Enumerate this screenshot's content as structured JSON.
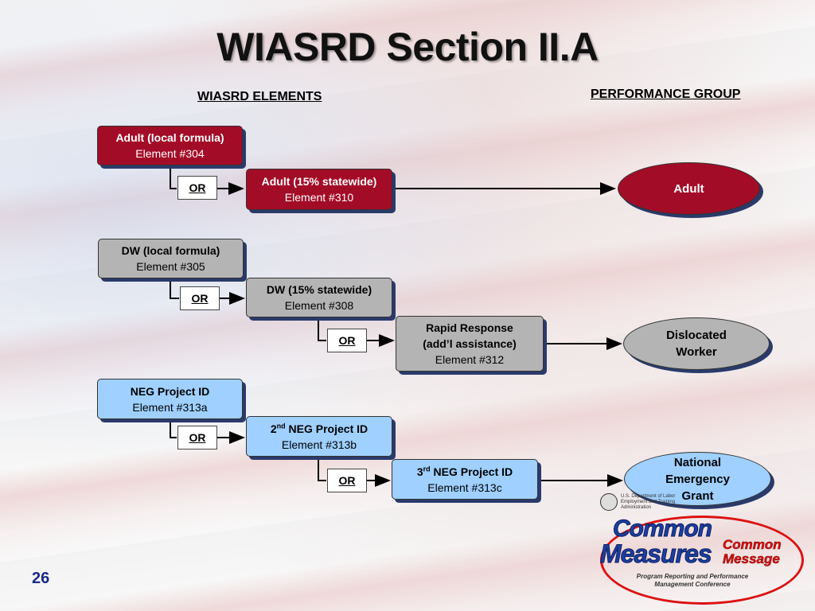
{
  "slide": {
    "title": "WIASRD Section II.A",
    "col_left": "WIASRD ELEMENTS",
    "col_right": "PERFORMANCE GROUP",
    "page_number": "26"
  },
  "adult": {
    "box1": {
      "line1": "Adult (local formula)",
      "line2": "Element #304"
    },
    "or": "OR",
    "box2": {
      "line1": "Adult (15% statewide)",
      "line2": "Element #310"
    },
    "group": "Adult"
  },
  "dw": {
    "box1": {
      "line1": "DW (local formula)",
      "line2": "Element #305"
    },
    "or1": "OR",
    "box2": {
      "line1": "DW (15% statewide)",
      "line2": "Element #308"
    },
    "or2": "OR",
    "box3": {
      "line1": "Rapid Response",
      "line2": "(add’l assistance)",
      "line3": "Element #312"
    },
    "group": {
      "line1": "Dislocated",
      "line2": "Worker"
    }
  },
  "neg": {
    "box1": {
      "line1": "NEG Project ID",
      "line2": "Element #313a"
    },
    "or1": "OR",
    "box2": {
      "prefix": "2",
      "sup": "nd",
      "rest": " NEG Project ID",
      "line2": "Element #313b"
    },
    "or2": "OR",
    "box3": {
      "prefix": "3",
      "sup": "rd",
      "rest": " NEG Project ID",
      "line2": "Element #313c"
    },
    "group": {
      "line1": "National",
      "line2": "Emergency",
      "line3": "Grant"
    }
  },
  "logo": {
    "agency_line1": "U.S. Department of Labor",
    "agency_line2": "Employment and Training",
    "agency_line3": "Administration",
    "word1": "Common",
    "word2": "Measures",
    "msg1": "Common",
    "msg2": "Message",
    "sub1": "Program Reporting and Performance",
    "sub2": "Management Conference"
  },
  "colors": {
    "red_box": "#a30c27",
    "gray_box": "#b4b4b4",
    "blue_box": "#9fd0ff",
    "shadow": "#2a3a6a"
  }
}
